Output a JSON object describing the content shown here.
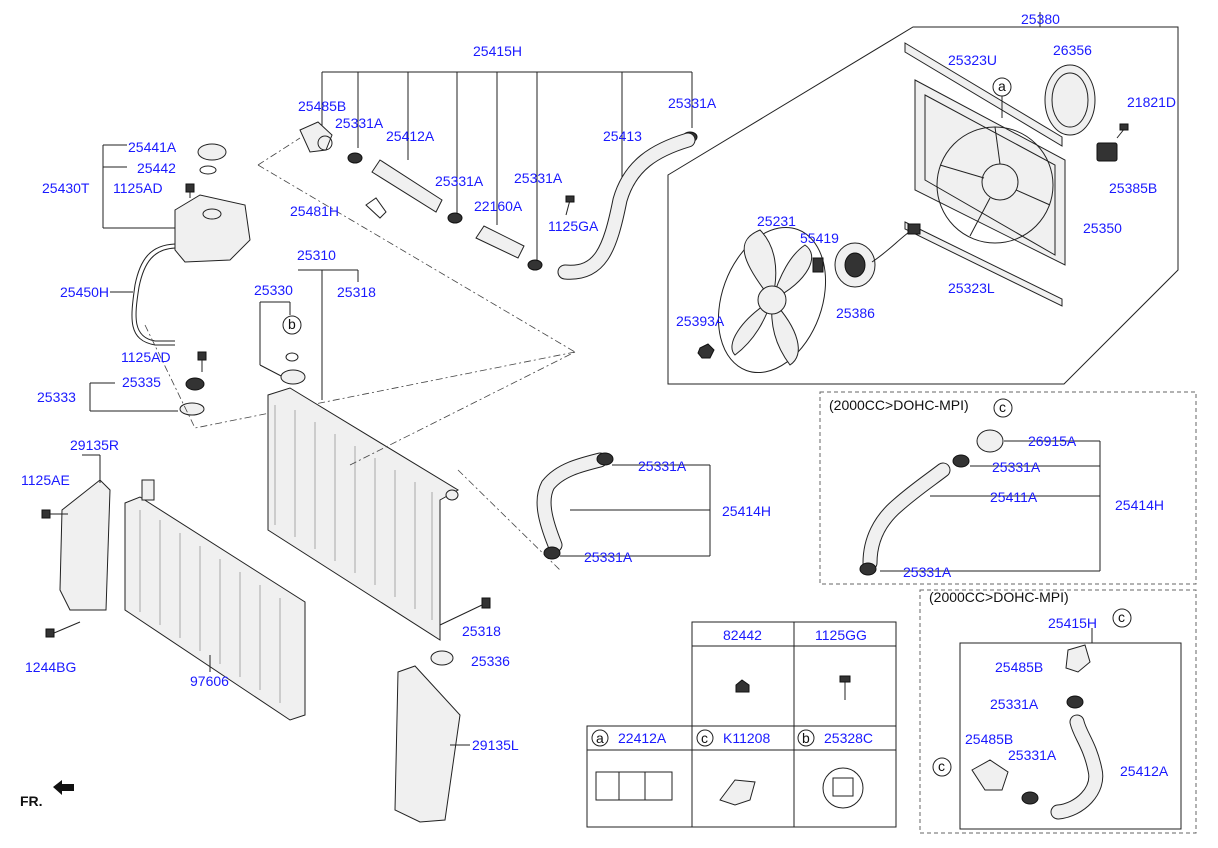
{
  "labels": {
    "p25380": "25380",
    "p25415H": "25415H",
    "p25485B": "25485B",
    "p25331A_a": "25331A",
    "p25412A": "25412A",
    "p25413": "25413",
    "p25331A_b": "25331A",
    "p25331A_c": "25331A",
    "p25331A_d": "25331A",
    "p25481H": "25481H",
    "p22160A": "22160A",
    "p1125GA": "1125GA",
    "p25441A": "25441A",
    "p25442": "25442",
    "p25430T": "25430T",
    "p1125AD_a": "1125AD",
    "p25450H": "25450H",
    "p1125AD_b": "1125AD",
    "p25335": "25335",
    "p25333": "25333",
    "p25310": "25310",
    "p25330": "25330",
    "p25318_a": "25318",
    "p25323U": "25323U",
    "p26356": "26356",
    "p21821D": "21821D",
    "p25385B": "25385B",
    "p25350": "25350",
    "p25231": "25231",
    "p55419": "55419",
    "p25386": "25386",
    "p25323L": "25323L",
    "p25393A": "25393A",
    "p29135R": "29135R",
    "p1125AE": "1125AE",
    "p1244BG": "1244BG",
    "p97606": "97606",
    "p25331A_e": "25331A",
    "p25414H": "25414H",
    "p25331A_f": "25331A",
    "p25318_b": "25318",
    "p25336": "25336",
    "p29135L": "29135L",
    "p26915A": "26915A",
    "p25331A_g": "25331A",
    "p25411A": "25411A",
    "p25414H_b": "25414H",
    "p25331A_h": "25331A",
    "p25415H_b": "25415H",
    "p25485B_b": "25485B",
    "p25331A_i": "25331A",
    "p25485B_c": "25485B",
    "p25331A_j": "25331A",
    "p25412A_b": "25412A"
  },
  "callouts": {
    "a": "a",
    "b": "b",
    "c": "c"
  },
  "box_titles": {
    "dohc_top": "(2000CC>DOHC-MPI)",
    "dohc_bottom": "(2000CC>DOHC-MPI)"
  },
  "table": {
    "top_headers": [
      "82442",
      "1125GG"
    ],
    "bottom_headers": [
      {
        "tag": "a",
        "part": "22412A"
      },
      {
        "tag": "c",
        "part": "K11208"
      },
      {
        "tag": "b",
        "part": "25328C"
      }
    ]
  },
  "front_marker": "FR.",
  "colors": {
    "part_number": "#1a1aff",
    "line": "#222222"
  }
}
